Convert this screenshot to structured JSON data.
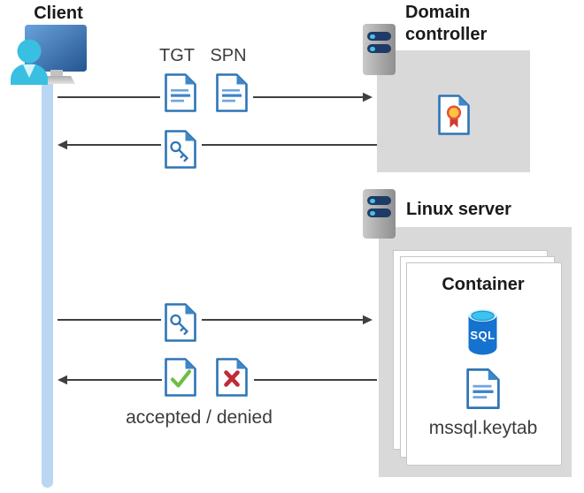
{
  "nodes": {
    "client": {
      "label": "Client"
    },
    "domain_controller": {
      "label": "Domain controller"
    },
    "linux_server": {
      "label": "Linux server"
    },
    "container": {
      "label": "Container"
    },
    "sql_database": {
      "label": "SQL"
    },
    "keytab_file": {
      "label": "mssql.keytab"
    }
  },
  "flows": {
    "request": {
      "tgt_label": "TGT",
      "spn_label": "SPN"
    },
    "response": {
      "caption": "accepted / denied"
    }
  },
  "icons": [
    "client-user-monitor-icon",
    "server-icon",
    "ticket-document-icon",
    "key-document-icon",
    "certificate-icon",
    "check-document-icon",
    "cross-document-icon",
    "sql-database-icon",
    "keytab-document-icon",
    "arrow-right-icon",
    "arrow-left-icon"
  ],
  "colors": {
    "document_blue": "#2E75B6",
    "document_fold_blue": "#3E87C8",
    "arrow_gray": "#404040",
    "panel_gray": "#D9D9D9",
    "timeline_band_blue": "#B9D7F2",
    "client_cyan": "#39BFE2",
    "monitor_blue_dark": "#24558F",
    "server_bar_navy": "#1E3A66",
    "server_dot_cyan": "#49C0E8",
    "check_green": "#6DBE45",
    "cross_red": "#BF2B36",
    "sql_body_blue": "#1572CE",
    "sql_top_cyan": "#3EC3EF",
    "certificate_gold": "#FFC63C",
    "certificate_ribbon_red": "#CE3B33"
  }
}
